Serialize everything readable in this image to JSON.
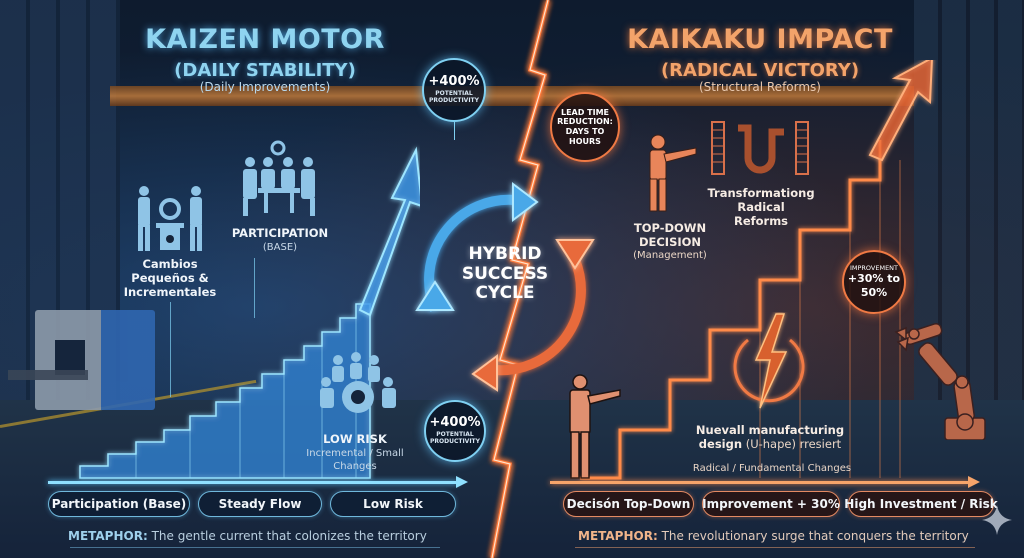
{
  "kaizen": {
    "title": "KAIZEN MOTOR",
    "subtitle": "(DAILY STABILITY)",
    "subtitle2": "(Daily Improvements)",
    "badge_top": {
      "value": "+400%",
      "line1": "POTENTIAL",
      "line2": "PRODUCTIVITY"
    },
    "badge_bottom": {
      "value": "+400%",
      "line1": "POTENTIAL",
      "line2": "PRODUCTIVITY"
    },
    "cambios": {
      "line1": "Cambios",
      "line2": "Pequeños &",
      "line3": "Incrementales"
    },
    "participation": {
      "title": "PARTICIPATION",
      "sub": "(BASE)"
    },
    "low_risk": {
      "title": "LOW RISK",
      "line1": "Incremental / Small",
      "line2": "Changes"
    },
    "pills": [
      "Participation (Base)",
      "Steady Flow",
      "Low Risk"
    ],
    "metaphor_key": "METAPHOR:",
    "metaphor_text": " The gentle current that colonizes the territory",
    "color": "#8fd4f0"
  },
  "cycle": {
    "line1": "HYBRID",
    "line2": "SUCCESS",
    "line3": "CYCLE"
  },
  "kaikaku": {
    "title": "KAIKAKU IMPACT",
    "subtitle": "(RADICAL VICTORY)",
    "subtitle2": "(Structural Reforms)",
    "lead_time_badge": {
      "line1": "LEAD TIME",
      "line2": "REDUCTION:",
      "line3": "DAYS TO",
      "line4": "HOURS"
    },
    "top_down": {
      "line1": "TOP-DOWN",
      "line2": "DECISION",
      "sub": "(Management)"
    },
    "transforming": {
      "line1": "Transformationg",
      "line2": "Radical",
      "line3": "Reforms"
    },
    "improvement_badge": {
      "label": "IMPROVEMENT",
      "line1": "+30% to",
      "line2": "50%"
    },
    "nuevall": {
      "line1": "Nuevall manufacturing",
      "line2_bold": "design",
      "line2_rest": " (U-hape) rresiert"
    },
    "radical_changes": "Radical / Fundamental Changes",
    "pills": [
      "Decisón Top-Down",
      "Improvement + 30%",
      "High Investment / Risk"
    ],
    "metaphor_key": "METAPHOR:",
    "metaphor_text": " The revolutionary surge that conquers the territory",
    "color": "#f3a36a"
  }
}
